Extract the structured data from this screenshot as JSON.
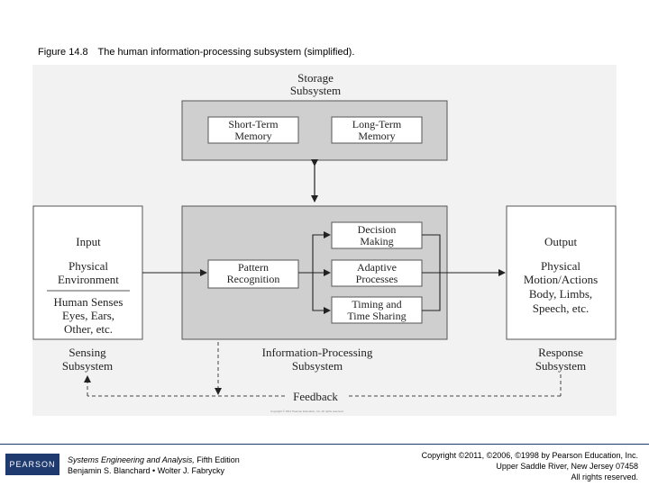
{
  "caption": {
    "figure": "Figure 14.8",
    "text": "The human information-processing subsystem (simplified)."
  },
  "diagram": {
    "storage_title_1": "Storage",
    "storage_title_2": "Subsystem",
    "stm_1": "Short-Term",
    "stm_2": "Memory",
    "ltm_1": "Long-Term",
    "ltm_2": "Memory",
    "input_title": "Input",
    "input_env_1": "Physical",
    "input_env_2": "Environment",
    "input_senses_1": "Human Senses",
    "input_senses_2": "Eyes, Ears,",
    "input_senses_3": "Other, etc.",
    "sensing_1": "Sensing",
    "sensing_2": "Subsystem",
    "pattern_1": "Pattern",
    "pattern_2": "Recognition",
    "decision_1": "Decision",
    "decision_2": "Making",
    "adaptive_1": "Adaptive",
    "adaptive_2": "Processes",
    "timing_1": "Timing and",
    "timing_2": "Time Sharing",
    "ip_1": "Information-Processing",
    "ip_2": "Subsystem",
    "output_title": "Output",
    "output_1": "Physical",
    "output_2": "Motion/Actions",
    "output_3": "Body, Limbs,",
    "output_4": "Speech, etc.",
    "response_1": "Response",
    "response_2": "Subsystem",
    "feedback": "Feedback"
  },
  "tiny_credit": "Copyright © 2011 Pearson Education, Inc. All rights reserved.",
  "footer": {
    "logo": "PEARSON",
    "book_title": "Systems Engineering and Analysis,",
    "book_edition": " Fifth Edition",
    "authors": "Benjamin S. Blanchard • Wolter J. Fabrycky",
    "copyright_1": "Copyright ©2011, ©2006, ©1998 by Pearson Education, Inc.",
    "copyright_2": "Upper Saddle River, New Jersey 07458",
    "copyright_3": "All rights reserved."
  },
  "colors": {
    "panel_bg": "#f2f2f2",
    "subsystem_gray": "#cfcfcf",
    "brand_blue": "#1f3a6e"
  }
}
